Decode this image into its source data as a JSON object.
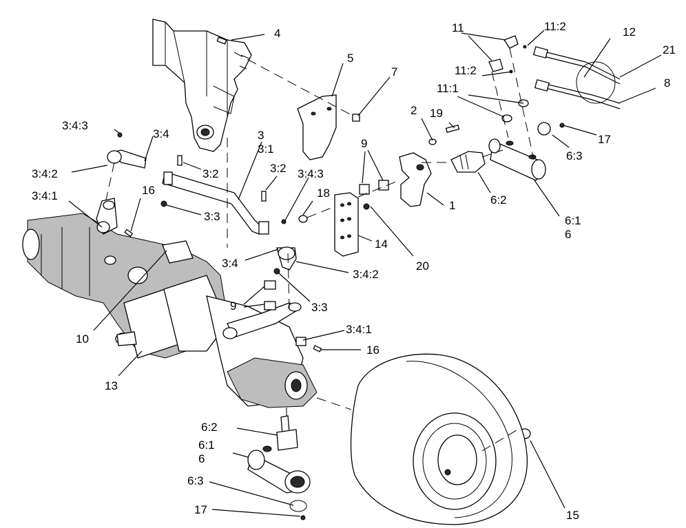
{
  "callouts": {
    "c4": "4",
    "c5": "5",
    "c7": "7",
    "c11a": "11",
    "c11_2a": "11:2",
    "c12": "12",
    "c21": "21",
    "c8": "8",
    "c11_2b": "11:2",
    "c11_1": "11:1",
    "c19": "19",
    "c2": "2",
    "c17a": "17",
    "c6_3a": "6:3",
    "c3_4_3a": "3:4:3",
    "c3_4a": "3:4",
    "c3": "3",
    "c3_1": "3:1",
    "c3_2a": "3:2",
    "c3_2b": "3:2",
    "c3_4_3b": "3:4:3",
    "c9a": "9",
    "c3_4_2a": "3:4:2",
    "c3_4_1a": "3:4:1",
    "c16a": "16",
    "c3_3a": "3:3",
    "c18": "18",
    "c1": "1",
    "c6_2a": "6:2",
    "c6_1a": "6:1",
    "c6a": "6",
    "c14": "14",
    "c20": "20",
    "c3_4b": "3:4",
    "c3_4_2b": "3:4:2",
    "c10": "10",
    "c3_3b": "3:3",
    "c9b": "9",
    "c3_4_1b": "3:4:1",
    "c16b": "16",
    "c13": "13",
    "c6_2b": "6:2",
    "c6_1b": "6:1",
    "c6b": "6",
    "c6_3b": "6:3",
    "c17b": "17",
    "c15": "15"
  }
}
